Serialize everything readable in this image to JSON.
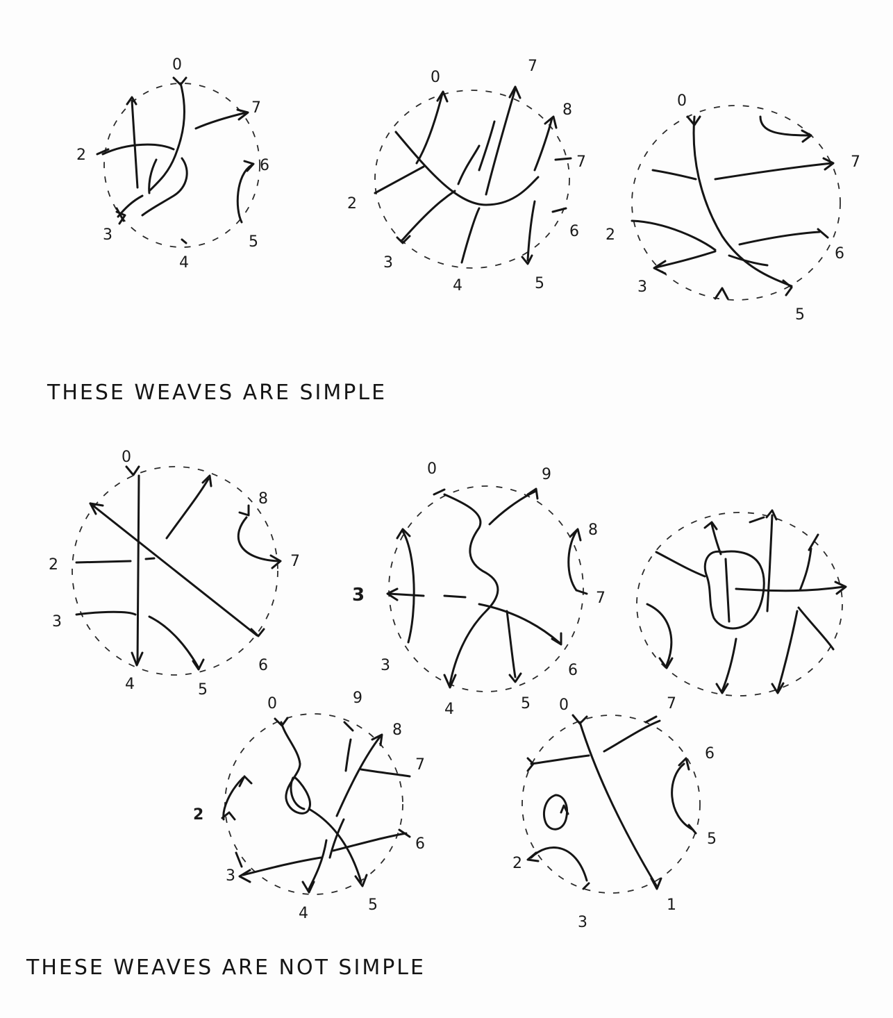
{
  "captions": {
    "simple": "THESE WEAVES ARE  SIMPLE",
    "not_simple": "THESE WEAVES ARE NOT SIMPLE"
  },
  "weaves": {
    "w1": [
      "0",
      "2",
      "3",
      "4",
      "5",
      "6",
      "7"
    ],
    "w2": [
      "0",
      "7",
      "8",
      "7",
      "6",
      "5",
      "4",
      "3",
      "2"
    ],
    "w3": [
      "0",
      "7",
      "6",
      "5",
      "3",
      "2"
    ],
    "w4": [
      "0",
      "8",
      "7",
      "6",
      "5",
      "4",
      "3",
      "2"
    ],
    "w5": [
      "0",
      "9",
      "8",
      "7",
      "6",
      "5",
      "4",
      "3",
      "3"
    ],
    "w7": [
      "0",
      "9",
      "8",
      "7",
      "6",
      "5",
      "4",
      "3",
      "2"
    ],
    "w8": [
      "0",
      "7",
      "6",
      "5",
      "1",
      "3",
      "2"
    ]
  },
  "colors": {
    "ink": "#151515",
    "paper": "#fdfdfd"
  }
}
